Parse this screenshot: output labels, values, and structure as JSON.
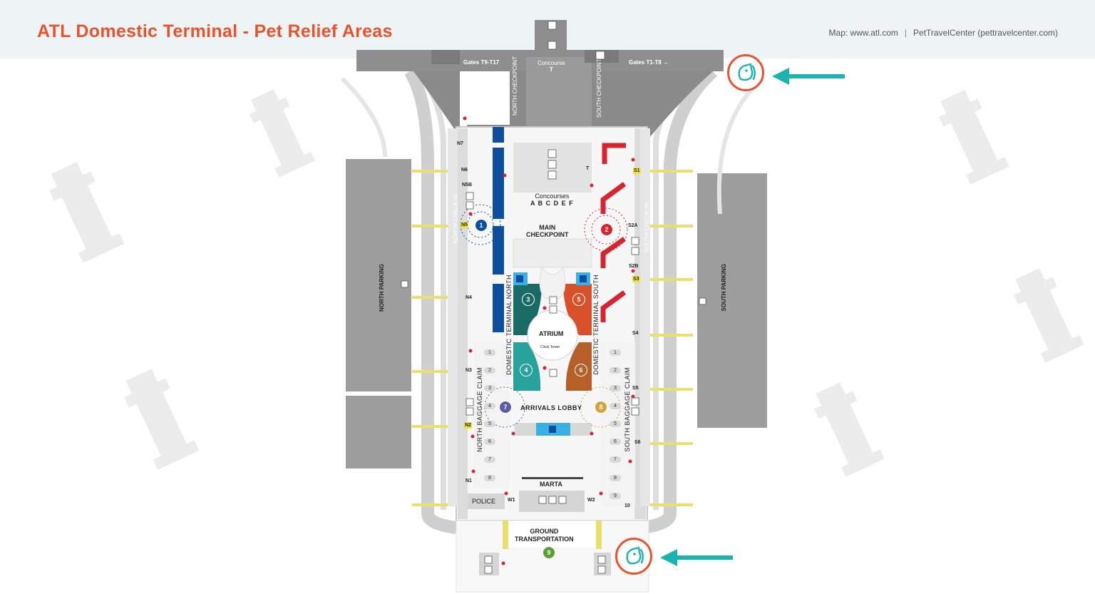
{
  "header": {
    "title": "ATL Domestic Terminal - Pet Relief Areas",
    "map_credit": "Map: www.atl.com",
    "separator": "|",
    "source_credit": "PetTravelCenter (pettravelcenter.com)"
  },
  "colors": {
    "title": "#e8532d",
    "teal_arrow": "#1bb3b0",
    "badge_ring": "#e8532d",
    "gate_blue": "#0d4f9e",
    "gate_red": "#d6252f",
    "terminal_teal_dark": "#1a6b66",
    "terminal_teal_light": "#27a39b",
    "terminal_orange": "#d7512a",
    "terminal_brown": "#b65f28",
    "restroom_blue": "#3db0e3"
  },
  "icons": {
    "pet_relief": "dog-head-icon",
    "arrow": "arrow-left-icon",
    "restroom": "restroom-icon",
    "elevator": "elevator-icon",
    "escalator": "escalator-icon",
    "train": "train-icon",
    "location": "location-pin-icon"
  },
  "labels": {
    "gates_north": "Gates T9-T17",
    "gates_south": "Gates T1-T8",
    "arrow_right": "→",
    "concourse_t_1": "Concourse",
    "concourse_t_2": "T",
    "north_checkpoint": "NORTH CHECKPOINT",
    "south_checkpoint": "SOUTH CHECKPOINT",
    "t_marker": "T",
    "concourses_1": "Concourses",
    "concourses_2": "A B C D E F",
    "main_checkpoint_1": "MAIN",
    "main_checkpoint_2": "CHECKPOINT",
    "north_check_in": "NORTH CHECK-IN",
    "south_check_in": "SOUTH CHECK-IN",
    "north_parking": "NORTH PARKING",
    "south_parking": "SOUTH PARKING",
    "dt_north": "DOMESTIC TERMINAL NORTH",
    "dt_south": "DOMESTIC TERMINAL SOUTH",
    "atrium": "ATRIUM",
    "clock_tower": "Clock Tower",
    "arrivals_lobby": "ARRIVALS LOBBY",
    "north_baggage": "NORTH BAGGAGE CLAIM",
    "south_baggage": "SOUTH BAGGAGE CLAIM",
    "marta": "MARTA",
    "police": "POLICE",
    "w1": "W1",
    "w2": "W2",
    "ground_1": "GROUND",
    "ground_2": "TRANSPORTATION",
    "belt_10": "10"
  },
  "north_codes": [
    "N7",
    "N6",
    "N5B",
    "N5",
    "N4",
    "N3",
    "N2",
    "N1"
  ],
  "south_codes": [
    "S1",
    "S2A",
    "S2B",
    "S3",
    "S4",
    "S5",
    "S6"
  ],
  "relief_areas": [
    "1",
    "2",
    "3",
    "4",
    "5",
    "6",
    "7",
    "8",
    "9"
  ],
  "north_belts": [
    "1",
    "2",
    "3",
    "4",
    "5",
    "6",
    "7",
    "8"
  ],
  "south_belts": [
    "1",
    "2",
    "3",
    "4",
    "5",
    "6",
    "7",
    "8",
    "9"
  ]
}
